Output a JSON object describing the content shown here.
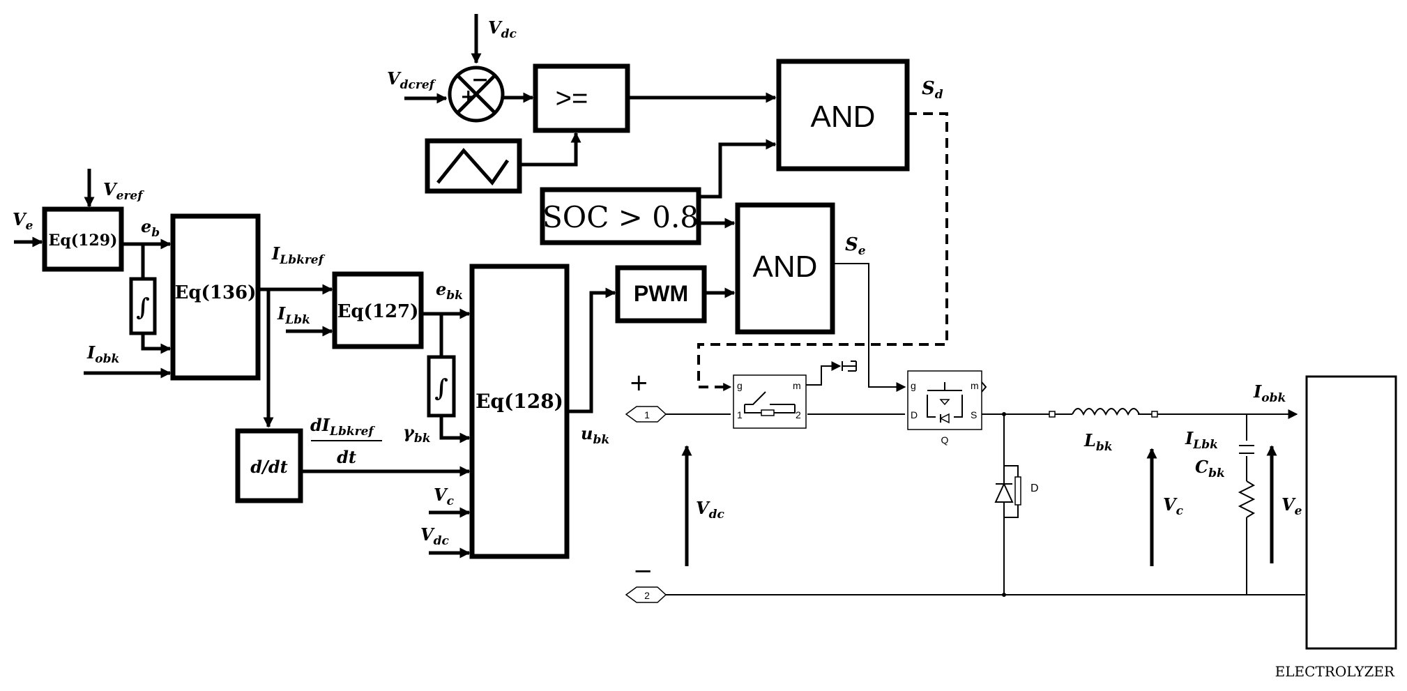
{
  "blocks": {
    "eq129": "Eq(129)",
    "eq136": "Eq(136)",
    "eq127": "Eq(127)",
    "eq128": "Eq(128)",
    "ddt": "d/dt",
    "compare": ">=",
    "and_top": "AND",
    "and_bottom": "AND",
    "soc": "SOC > 0.8",
    "pwm": "PWM",
    "integral_1": "∫",
    "integral_2": "∫",
    "electrolyzer": "ELECTROLYZER"
  },
  "signals": {
    "ve_in": {
      "main": "V",
      "sub": "e"
    },
    "veref": {
      "main": "V",
      "sub": "eref"
    },
    "eb": {
      "main": "e",
      "sub": "b"
    },
    "iobk_in": {
      "main": "I",
      "sub": "obk"
    },
    "ilbkref": {
      "main": "I",
      "sub": "Lbkref"
    },
    "ilbk_in": {
      "main": "I",
      "sub": "Lbk"
    },
    "ebk": {
      "main": "e",
      "sub": "bk"
    },
    "gammabk": {
      "main": "γ",
      "sub": "bk"
    },
    "dilbkref_num": {
      "main": "dI",
      "sub": "Lbkref"
    },
    "dilbkref_den": "dt",
    "vc_in": {
      "main": "V",
      "sub": "c"
    },
    "vdc_in": {
      "main": "V",
      "sub": "dc"
    },
    "ubk": {
      "main": "u",
      "sub": "bk"
    },
    "vdc_top": {
      "main": "V",
      "sub": "dc"
    },
    "vdcref": {
      "main": "V",
      "sub": "dcref"
    },
    "sum_plus": "+",
    "sum_minus": "−",
    "sd": {
      "main": "S",
      "sub": "d"
    },
    "se": {
      "main": "S",
      "sub": "e"
    }
  },
  "circuit": {
    "plus": "+",
    "minus": "−",
    "port1": "1",
    "port2": "2",
    "vdc": {
      "main": "V",
      "sub": "dc"
    },
    "switch_g": "g",
    "switch_m": "m",
    "switch_1": "1",
    "switch_2": "2",
    "mosfet_g": "g",
    "mosfet_m": "m",
    "mosfet_d": "D",
    "mosfet_s": "S",
    "mosfet_name": "Q",
    "diode_name": "D",
    "lbk": {
      "main": "L",
      "sub": "bk"
    },
    "vc": {
      "main": "V",
      "sub": "c"
    },
    "iobk": {
      "main": "I",
      "sub": "obk"
    },
    "ilbk": {
      "main": "I",
      "sub": "Lbk"
    },
    "cbk": {
      "main": "C",
      "sub": "bk"
    },
    "ve": {
      "main": "V",
      "sub": "e"
    }
  }
}
